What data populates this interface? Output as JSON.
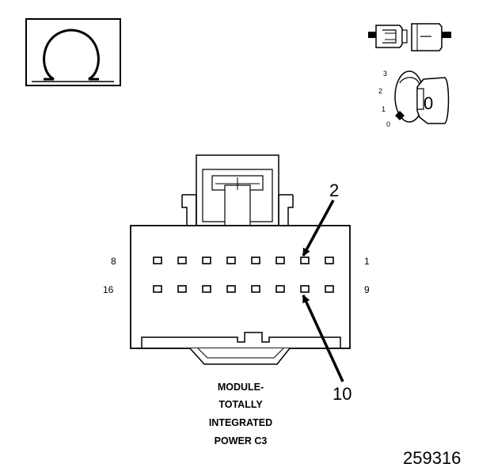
{
  "ohm_symbol": "Ω",
  "ignition": {
    "positions": [
      "3",
      "2",
      "1",
      "0"
    ],
    "key_label": "0"
  },
  "connector": {
    "pin_numbers": {
      "top_left": "8",
      "top_right": "1",
      "bottom_left": "16",
      "bottom_right": "9"
    },
    "top_row_pins": [
      "8",
      "7",
      "6",
      "5",
      "4",
      "3",
      "2",
      "1"
    ],
    "bottom_row_pins": [
      "16",
      "15",
      "14",
      "13",
      "12",
      "11",
      "10",
      "9"
    ],
    "callouts": [
      {
        "label": "2",
        "target_pin": "2"
      },
      {
        "label": "10",
        "target_pin": "10"
      }
    ]
  },
  "caption_lines": [
    "MODULE-",
    "TOTALLY",
    "INTEGRATED",
    "POWER C3"
  ],
  "figure_number": "259316"
}
